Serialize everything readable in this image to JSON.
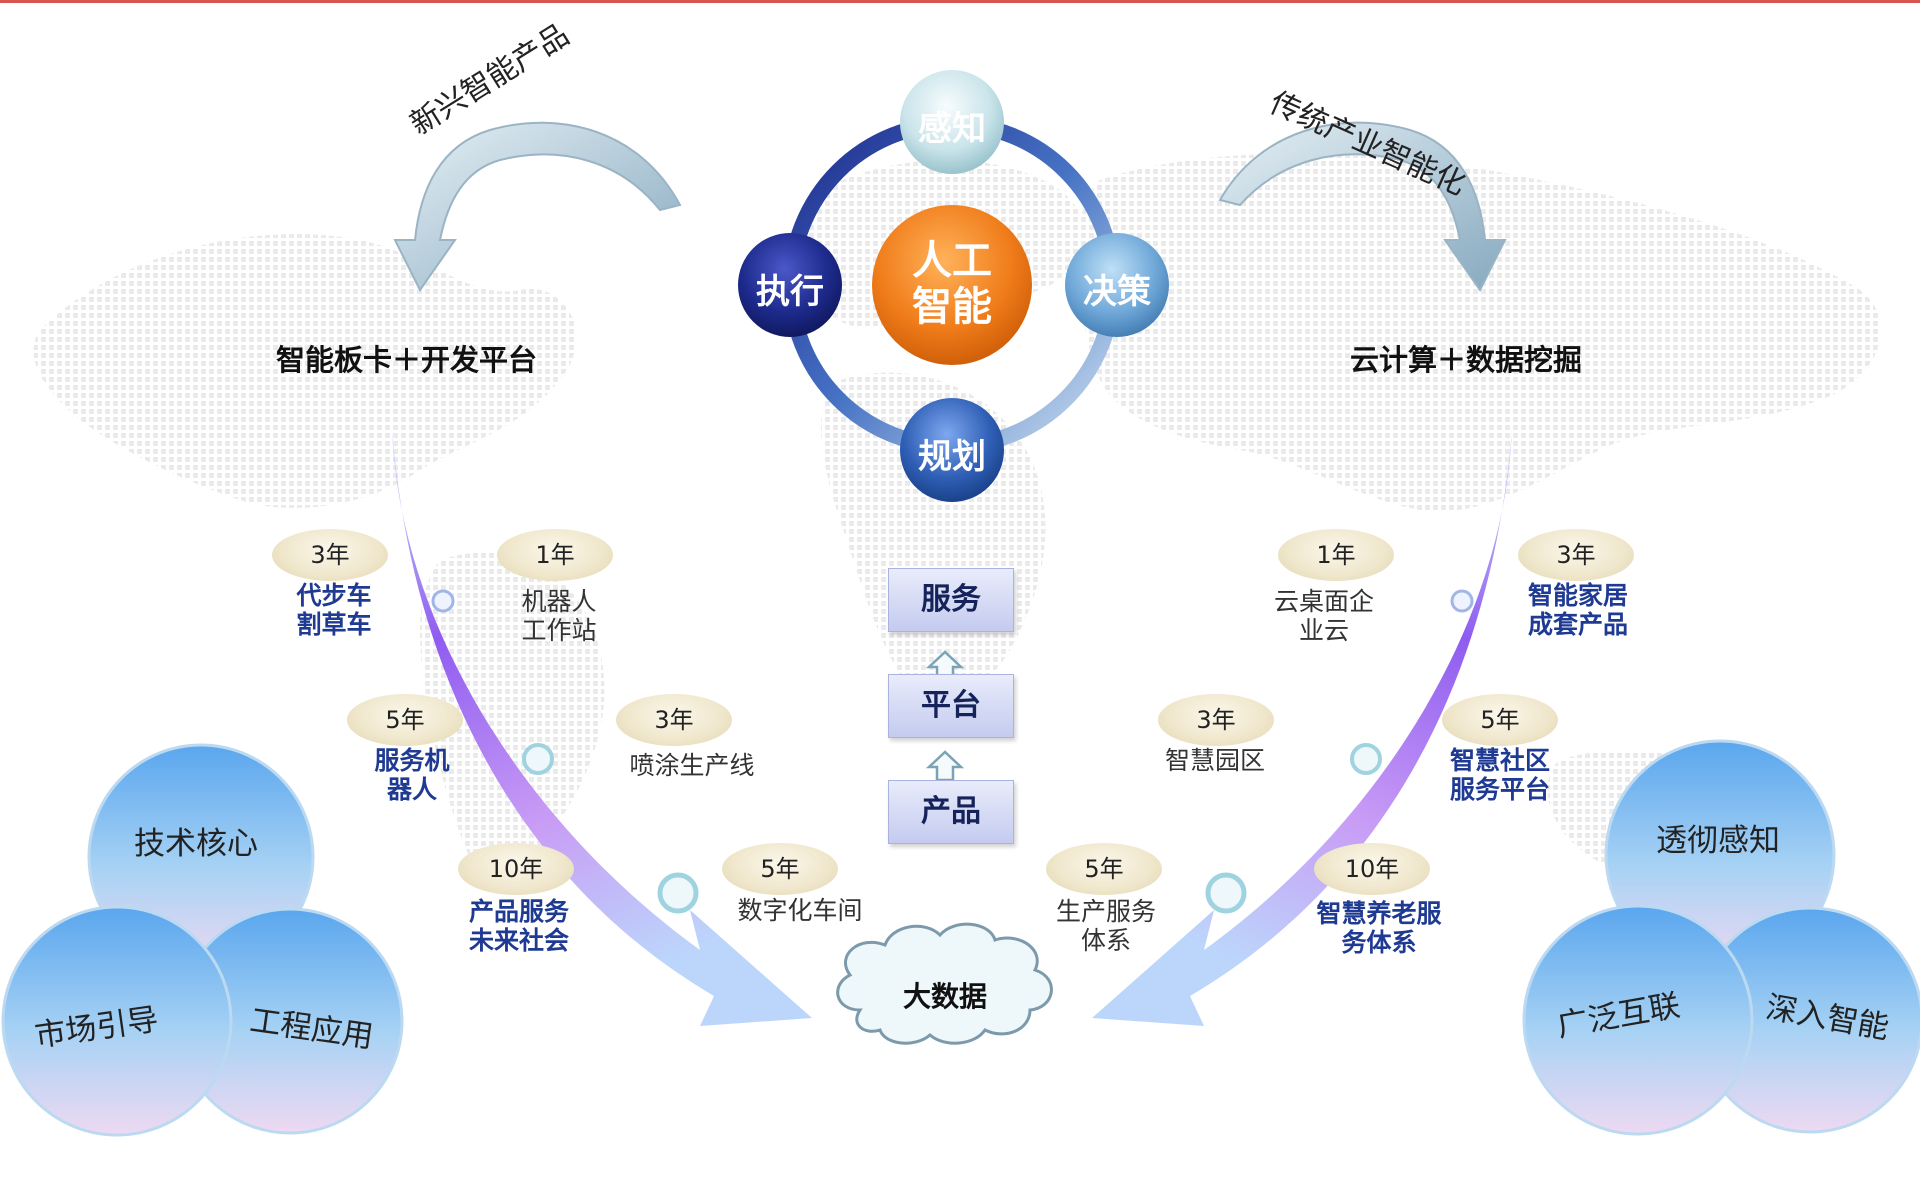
{
  "top_left_arc": "新兴智能产品",
  "top_right_arc": "传统产业智能化",
  "left_platform": "智能板卡＋开发平台",
  "right_platform": "云计算＋数据挖掘",
  "center": {
    "core_line1": "人工",
    "core_line2": "智能",
    "top": "感知",
    "right": "决策",
    "bottom": "规划",
    "left": "执行"
  },
  "stack": [
    "服务",
    "平台",
    "产品"
  ],
  "cloud": "大数据",
  "left_items": [
    {
      "badge": "3年",
      "lines": [
        "代步车",
        "割草车"
      ],
      "style": "blue"
    },
    {
      "badge": "1年",
      "lines": [
        "机器人",
        "工作站"
      ],
      "style": "gray"
    },
    {
      "badge": "5年",
      "lines": [
        "服务机",
        "器人"
      ],
      "style": "blue"
    },
    {
      "badge": "3年",
      "lines": [
        "喷涂生产线"
      ],
      "style": "gray"
    },
    {
      "badge": "10年",
      "lines": [
        "产品服务",
        "未来社会"
      ],
      "style": "blue"
    },
    {
      "badge": "5年",
      "lines": [
        "数字化车间"
      ],
      "style": "gray"
    }
  ],
  "right_items": [
    {
      "badge": "1年",
      "lines": [
        "云桌面企",
        "业云"
      ],
      "style": "gray"
    },
    {
      "badge": "3年",
      "lines": [
        "智能家居",
        "成套产品"
      ],
      "style": "blue"
    },
    {
      "badge": "3年",
      "lines": [
        "智慧园区"
      ],
      "style": "gray"
    },
    {
      "badge": "5年",
      "lines": [
        "智慧社区",
        "服务平台"
      ],
      "style": "blue"
    },
    {
      "badge": "5年",
      "lines": [
        "生产服务",
        "体系"
      ],
      "style": "gray"
    },
    {
      "badge": "10年",
      "lines": [
        "智慧养老服",
        "务体系"
      ],
      "style": "blue"
    }
  ],
  "left_venn": [
    "技术核心",
    "市场引导",
    "工程应用"
  ],
  "right_venn": [
    "透彻感知",
    "广泛互联",
    "深入智能"
  ],
  "colors": {
    "core_orange": "#f07c1a",
    "orb_light": "#d8ecef",
    "orb_navy": "#1d2a8c",
    "orb_sky": "#6fa8d8",
    "orb_blue": "#2f5fb5",
    "item_blue": "#1f3a93",
    "arrow_purple": "#a86ef0"
  }
}
